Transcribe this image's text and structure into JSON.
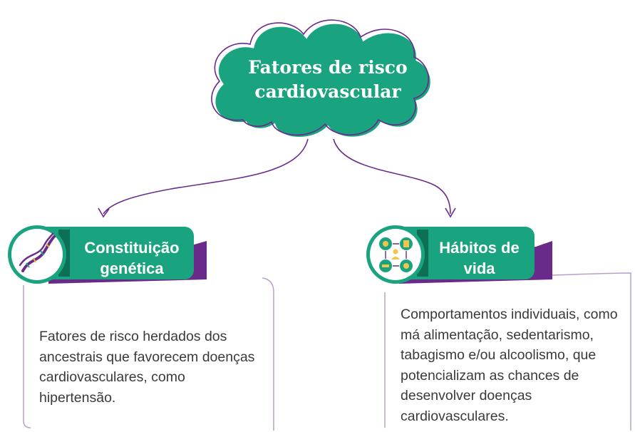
{
  "title": "Fatores de risco cardiovascular",
  "colors": {
    "green": "#1aa37f",
    "green_dark": "#0d6f54",
    "purple": "#6a2a8a",
    "card_border": "#b9a0c6",
    "text": "#3a3a3a"
  },
  "cards": [
    {
      "icon": "dna-icon",
      "label": "Constituição genética",
      "text": "Fatores de risco herdados dos ancestrais que favorecem doenças cardiovasculares, como hipertensão."
    },
    {
      "icon": "lifestyle-cycle-icon",
      "label": "Hábitos de vida",
      "text": "Comportamentos individuais, como má alimentação, sedentarismo, tabagismo e/ou alcoolismo, que potencializam as chances de desenvolver doenças cardiovasculares."
    }
  ]
}
